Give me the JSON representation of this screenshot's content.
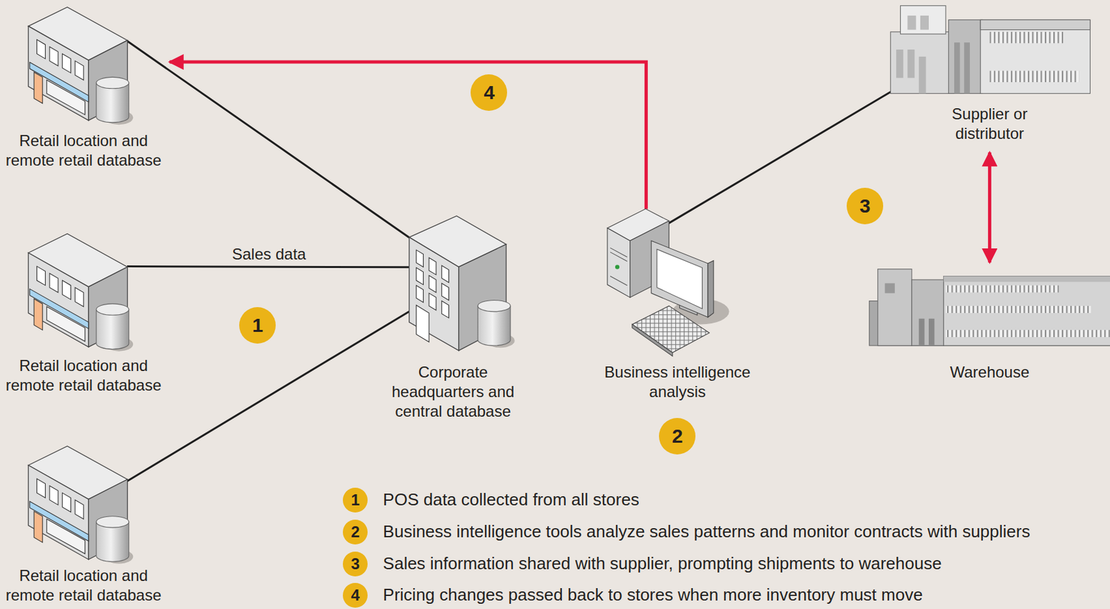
{
  "diagram": {
    "nodes": [
      {
        "text": [
          "Retail location and remote retail database"
        ]
      },
      {
        "text": [
          "Retail location and remote retail database"
        ]
      },
      {
        "text": [
          "Retail location and remote retail database"
        ]
      },
      {
        "text": [
          "Corporate headquarters and central database"
        ]
      },
      {
        "text": [
          "Business intelligence analysis"
        ]
      },
      {
        "text": [
          "Supplier or distributor"
        ]
      },
      {
        "text": [
          "Warehouse"
        ]
      }
    ],
    "edges": [
      {
        "from": 0,
        "to": 3,
        "arrow": "none"
      },
      {
        "from": 1,
        "to": 3,
        "label": "Sales data",
        "arrow": "none"
      },
      {
        "from": 2,
        "to": 3,
        "arrow": "none"
      },
      {
        "from": 4,
        "to": 0,
        "arrow": "to"
      },
      {
        "from": 4,
        "to": 5,
        "arrow": "none"
      },
      {
        "from": 5,
        "to": 6,
        "arrow": "both"
      }
    ],
    "labels": [
      "4",
      "1",
      "3",
      "2",
      "1",
      "2",
      "3",
      "4"
    ],
    "legend": [
      {
        "text": "POS data collected from all stores"
      },
      {
        "text": "Business intelligence tools analyze sales patterns and monitor contracts with suppliers"
      },
      {
        "text": "Sales information shared with supplier, prompting shipments to warehouse"
      },
      {
        "text": "Pricing changes passed back to stores when more inventory must move"
      }
    ]
  }
}
